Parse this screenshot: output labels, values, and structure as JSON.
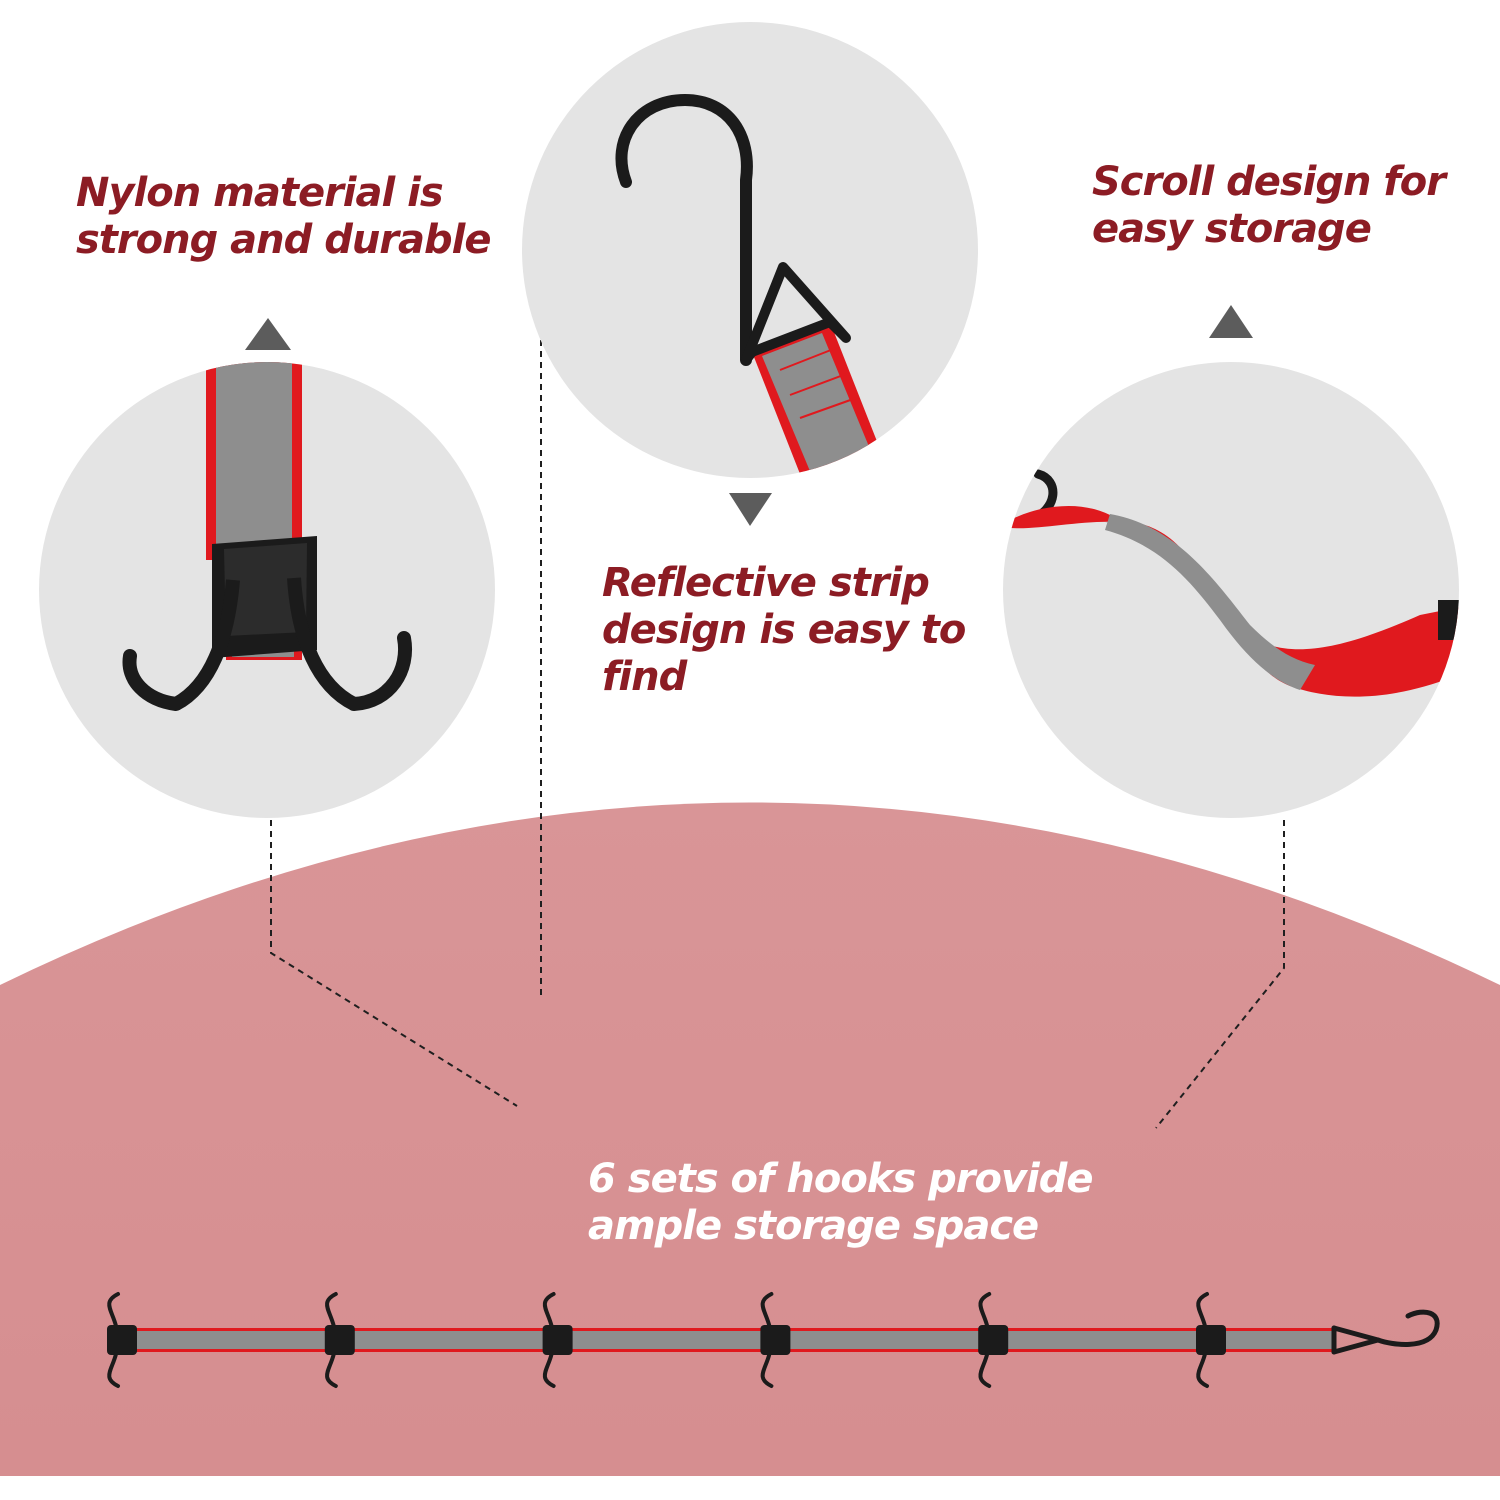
{
  "colors": {
    "caption_red": "#8c1c24",
    "caption_white": "#ffffff",
    "arc_fill": "#d79192",
    "circle_fill": "#e4e4e4",
    "strap_gray": "#8e8e8e",
    "strap_edge_red": "#e0191e",
    "hook_black": "#1b1b1b",
    "marker_gray": "#5c5c5c"
  },
  "captions": {
    "nylon": {
      "line1": "Nylon material is",
      "line2": "strong and durable"
    },
    "scroll": {
      "line1": "Scroll design for",
      "line2": "easy storage"
    },
    "reflective": {
      "line1": "Reflective strip",
      "line2": "design is easy to",
      "line3": "find"
    },
    "hooks": {
      "line1": "6 sets of hooks provide",
      "line2": "ample storage space"
    }
  },
  "detail_views": [
    {
      "name": "double-hook-closeup",
      "icon": "double-hook-icon"
    },
    {
      "name": "s-hook-closeup",
      "icon": "s-hook-icon"
    },
    {
      "name": "twisted-strap-closeup",
      "icon": "twisted-strap-icon"
    }
  ],
  "product": {
    "hook_set_count": 6,
    "end_hook": "s-hook-icon"
  }
}
